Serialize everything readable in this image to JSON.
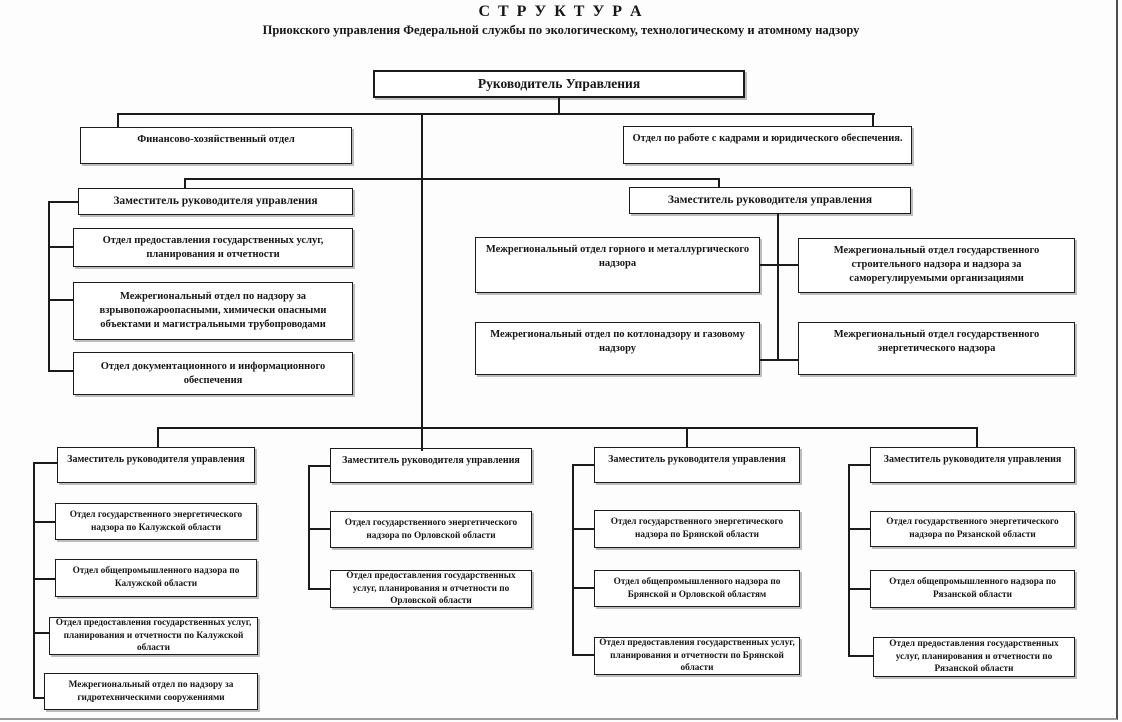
{
  "page": {
    "title": "С Т Р У К Т У Р А",
    "subtitle": "Приокского управления Федеральной службы по экологическому, технологическому и атомному надзору"
  },
  "colors": {
    "line": "#1b1b1b",
    "box_border": "#1b1b1b",
    "text": "#161616",
    "page_background": "#fdfdfd"
  },
  "org": {
    "root": "Руководитель Управления",
    "staff": {
      "finance": "Финансово-хозяйственный отдел",
      "hr_legal": "Отдел по работе с кадрами  и юридического обеспечения."
    },
    "left_branch": {
      "head": "Заместитель руководителя управления",
      "departments": [
        "Отдел предоставления государственных услуг, планирования и отчетности",
        "Межрегиональный отдел по надзору за взрывопожароопасными, химически опасными объектами и  магистральными трубопроводами",
        "Отдел документационного и информационного обеспечения"
      ]
    },
    "right_branch": {
      "head": "Заместитель руководителя управления",
      "departments": [
        "Межрегиональный отдел горного и металлургического надзора",
        "Межрегиональный отдел по котлонадзору и газовому надзору",
        "Межрегиональный отдел государственного строительного надзора  и надзора за саморегулируемыми организациями",
        "Межрегиональный отдел государственного энергетического надзора"
      ]
    },
    "regions": [
      {
        "head": "Заместитель руководителя управления",
        "departments": [
          "Отдел государственного энергетического надзора по Калужской области",
          "Отдел общепромышленного надзора по Калужской области",
          "Отдел предоставления государственных услуг, планирования и отчетности по Калужской области",
          "Межрегиональный отдел по надзору за гидротехническими сооружениями"
        ]
      },
      {
        "head": "Заместитель руководителя управления",
        "departments": [
          "Отдел государственного энергетического надзора по Орловской области",
          "Отдел предоставления государственных услуг, планирования и отчетности по Орловской области"
        ]
      },
      {
        "head": "Заместитель руководителя управления",
        "departments": [
          "Отдел государственного энергетического надзора по Брянской области",
          "Отдел общепромышленного надзора по Брянской и Орловской областям",
          "Отдел предоставления государственных услуг, планирования и отчетности по Брянской области"
        ]
      },
      {
        "head": "Заместитель руководителя управления",
        "departments": [
          "Отдел государственного энергетического надзора по Рязанской области",
          "Отдел общепромышленного надзора по Рязанской области",
          "Отдел предоставления государственных услуг, планирования и отчетности по Рязанской области"
        ]
      }
    ]
  }
}
